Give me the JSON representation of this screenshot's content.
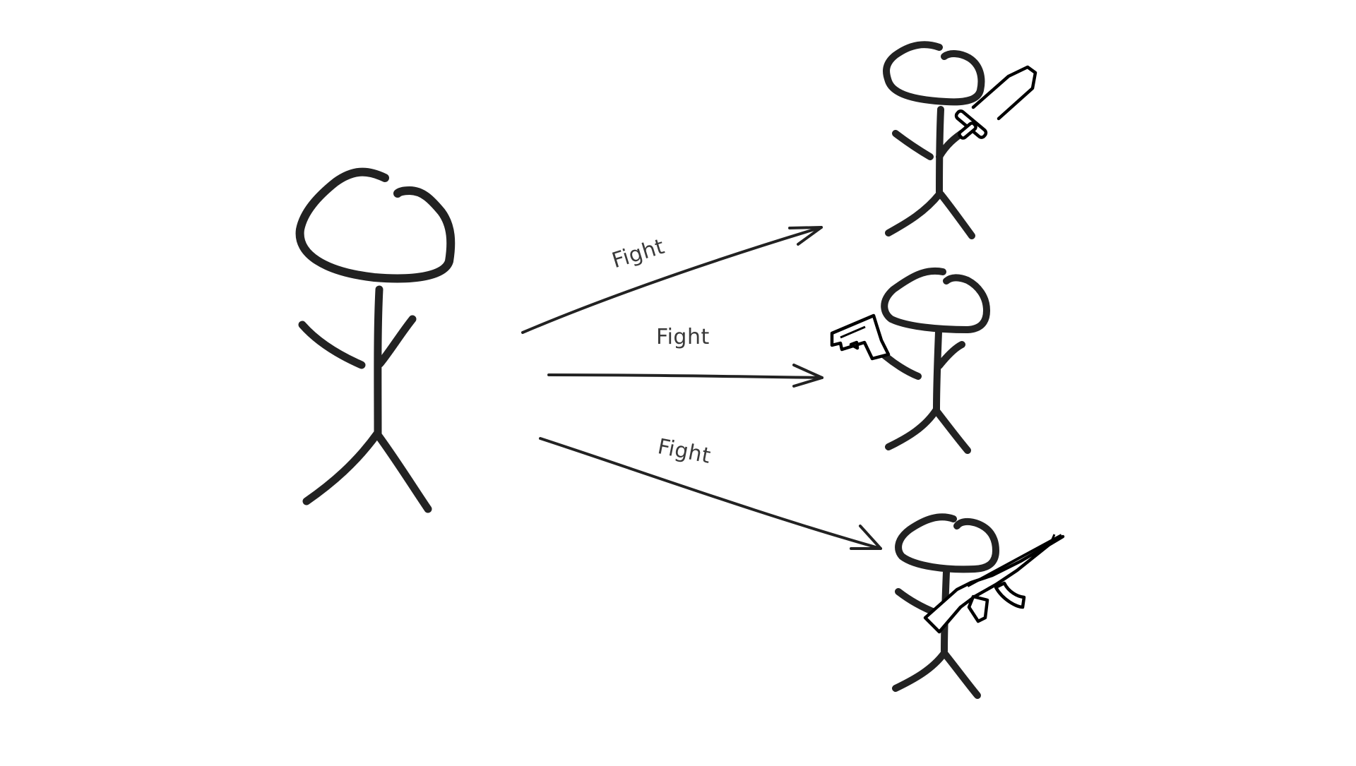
{
  "diagram": {
    "type": "stick-figure illustration",
    "background": "#ffffff",
    "stroke_color": "#222222",
    "text_color": "#3a3a3a",
    "source_figure": {
      "name": "unarmed-stick-figure"
    },
    "edges": [
      {
        "label": "Fight",
        "target": "stick-figure-with-sword",
        "weapon": "sword-icon"
      },
      {
        "label": "Fight",
        "target": "stick-figure-with-pistol",
        "weapon": "pistol-icon"
      },
      {
        "label": "Fight",
        "target": "stick-figure-with-rifle",
        "weapon": "rifle-icon"
      }
    ]
  }
}
